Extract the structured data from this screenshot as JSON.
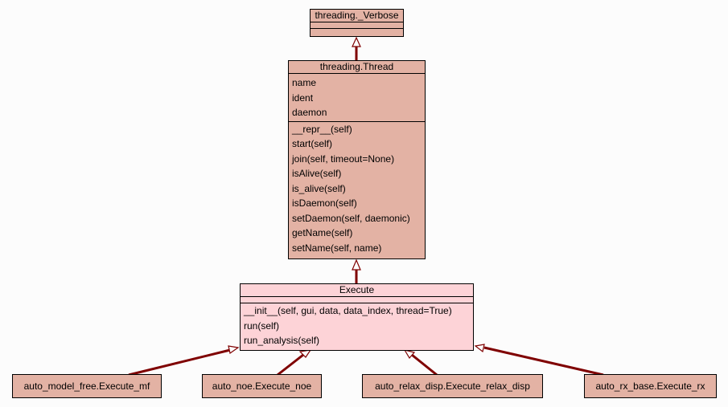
{
  "diagram": {
    "type": "uml-class-inheritance",
    "colors": {
      "base_fill": "#e3b2a4",
      "focus_fill": "#fdd3d7",
      "edge": "#7f0000",
      "background": "#fcfcfc"
    },
    "classes": {
      "verbose": {
        "name": "threading._Verbose",
        "attributes": [],
        "methods": []
      },
      "thread": {
        "name": "threading.Thread",
        "attributes": [
          "name",
          "ident",
          "daemon"
        ],
        "methods": [
          "__repr__(self)",
          "start(self)",
          "join(self, timeout=None)",
          "isAlive(self)",
          "is_alive(self)",
          "isDaemon(self)",
          "setDaemon(self, daemonic)",
          "getName(self)",
          "setName(self, name)"
        ]
      },
      "execute": {
        "name": "Execute",
        "attributes": [],
        "methods": [
          "__init__(self, gui, data, data_index, thread=True)",
          "run(self)",
          "run_analysis(self)"
        ]
      },
      "subclasses": [
        {
          "name": "auto_model_free.Execute_mf"
        },
        {
          "name": "auto_noe.Execute_noe"
        },
        {
          "name": "auto_relax_disp.Execute_relax_disp"
        },
        {
          "name": "auto_rx_base.Execute_rx"
        }
      ]
    },
    "edges": [
      {
        "from": "threading.Thread",
        "to": "threading._Verbose",
        "kind": "inherits"
      },
      {
        "from": "Execute",
        "to": "threading.Thread",
        "kind": "inherits"
      },
      {
        "from": "auto_model_free.Execute_mf",
        "to": "Execute",
        "kind": "inherits"
      },
      {
        "from": "auto_noe.Execute_noe",
        "to": "Execute",
        "kind": "inherits"
      },
      {
        "from": "auto_relax_disp.Execute_relax_disp",
        "to": "Execute",
        "kind": "inherits"
      },
      {
        "from": "auto_rx_base.Execute_rx",
        "to": "Execute",
        "kind": "inherits"
      }
    ]
  }
}
